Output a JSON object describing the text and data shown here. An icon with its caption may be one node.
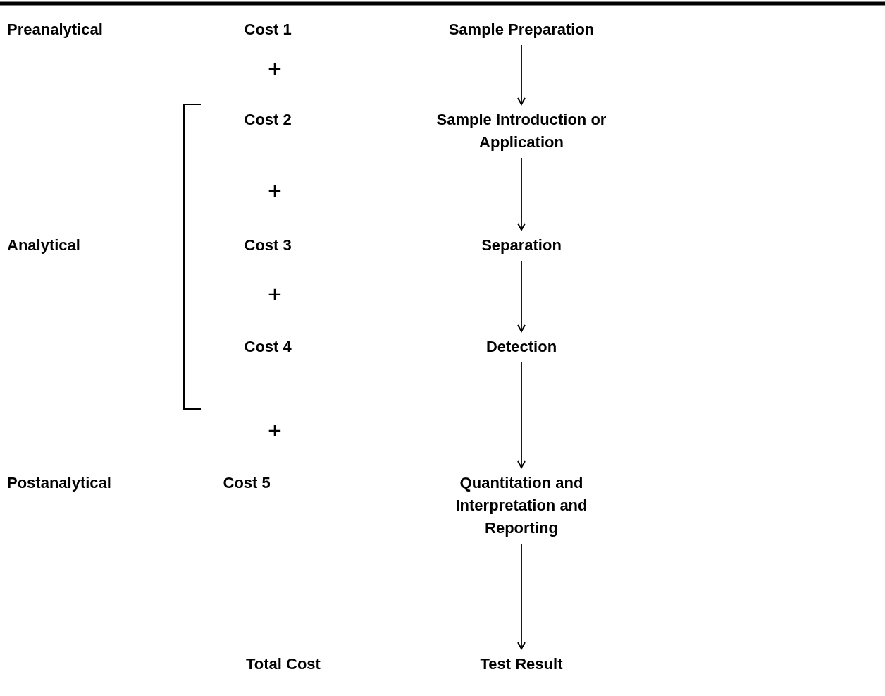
{
  "diagram": {
    "nodes": [
      {
        "text": [
          "Sample Preparation"
        ]
      },
      {
        "text": [
          "Sample Introduction or Application"
        ]
      },
      {
        "text": [
          "Separation"
        ]
      },
      {
        "text": [
          "Detection"
        ]
      },
      {
        "text": [
          "Quantitation and Interpretation and Reporting"
        ]
      },
      {
        "text": [
          "Test Result"
        ]
      }
    ],
    "edges": [
      {
        "from": 0,
        "to": 1,
        "arrow": "to"
      },
      {
        "from": 1,
        "to": 2,
        "arrow": "to"
      },
      {
        "from": 2,
        "to": 3,
        "arrow": "to"
      },
      {
        "from": 3,
        "to": 4,
        "arrow": "to"
      },
      {
        "from": 4,
        "to": 5,
        "arrow": "to"
      }
    ],
    "labels": [
      "Preanalytical",
      "Cost 1",
      "+",
      "Cost 2",
      "+",
      "Analytical",
      "Cost 3",
      "+",
      "Cost 4",
      "+",
      "Postanalytical",
      "Cost 5",
      "Total Cost"
    ]
  }
}
